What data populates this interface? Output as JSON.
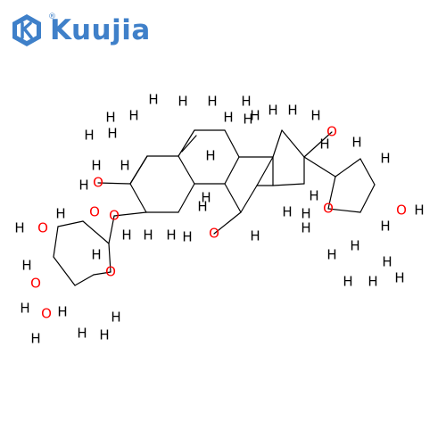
{
  "brand": {
    "name": "Kuujia",
    "reg": "®",
    "color": "#3f80c9"
  },
  "molecule": {
    "bond_color": "#000000",
    "hydrogen_color": "#000000",
    "oxygen_color": "#ff0000",
    "labels": {
      "H": "H",
      "O": "O",
      "H_O": "H–O",
      "O_H": "O–H"
    }
  }
}
